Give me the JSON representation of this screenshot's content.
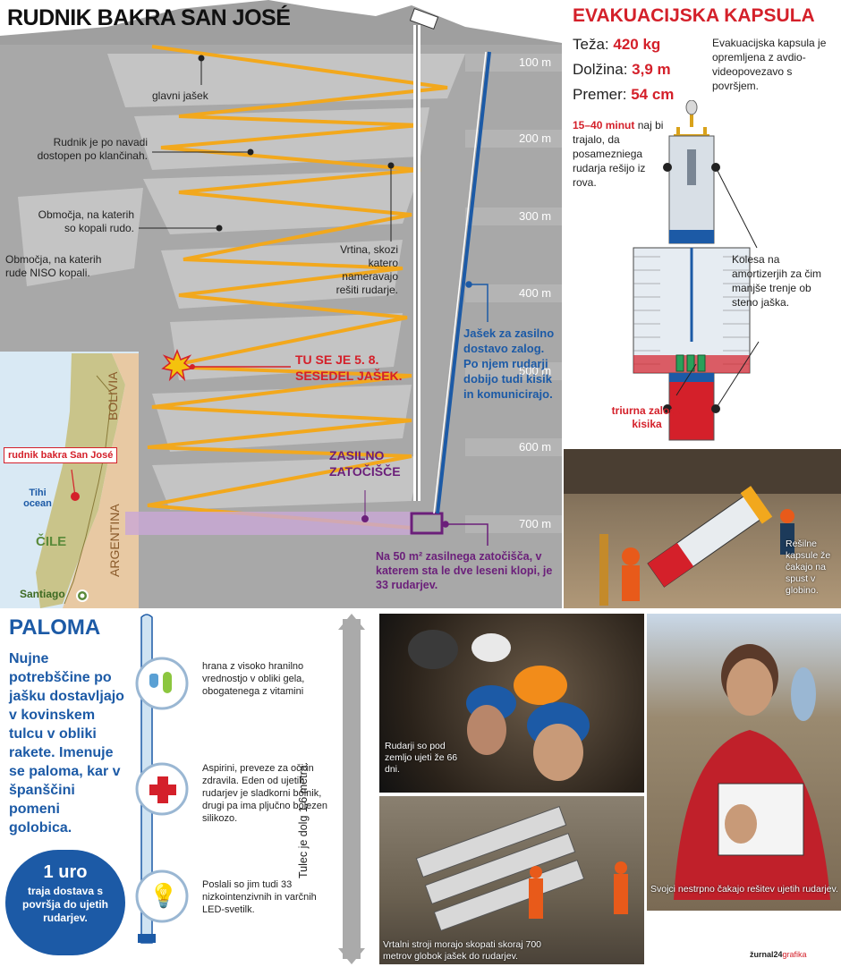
{
  "mine": {
    "title": "RUDNIK BAKRA SAN JOSÉ",
    "depths": [
      "100 m",
      "200 m",
      "300 m",
      "400 m",
      "500 m",
      "600 m",
      "700 m"
    ],
    "labels": {
      "main_shaft": "glavni jašek",
      "ramps": "Rudnik je po navadi dostopen po klančinah.",
      "mined": "Območja, na katerih so kopali rudo.",
      "not_mined": "Območja, na katerih rude NISO kopali.",
      "borehole": "Vrtina, skozi katero nameravajo rešiti rudarje.",
      "collapse": "TU SE JE 5. 8. SESEDEL JAŠEK.",
      "supply_shaft": "Jašek za zasilno dostavo zalog. Po njem rudarji dobijo tudi kisik in komunicirajo.",
      "shelter": "ZASILNO ZATOČIŠČE",
      "shelter_note": "Na 50 m² zasilnega zatočišča, v katerem sta le dve leseni klopi, je 33 rudarjev."
    },
    "map": {
      "mine_label": "rudnik bakra San José",
      "ocean": "Tihi ocean",
      "country": "ČILE",
      "capital": "Santiago",
      "bolivia": "BOLIVIA",
      "argentina": "ARGENTINA"
    }
  },
  "capsule": {
    "title": "EVAKUACIJSKA KAPSULA",
    "specs": [
      {
        "label": "Teža:",
        "value": "420 kg"
      },
      {
        "label": "Dolžina:",
        "value": "3,9 m"
      },
      {
        "label": "Premer:",
        "value": "54 cm"
      }
    ],
    "av_note": "Evakuacijska kapsula je opremljena z avdio-videopovezavo s površjem.",
    "time_value": "15–40 minut",
    "time_note": "naj bi trajalo, da posamezniega rudarja rešijo iz rova.",
    "wheels_note": "Kolesa na amortizerjih za čim manjše trenje ob steno jaška.",
    "oxygen_note": "triurna zaloga kisika",
    "photo_caption": "Rešilne kapsule že čakajo na spust v globino."
  },
  "paloma": {
    "title": "PALOMA",
    "text": "Nujne potrebščine po jašku dostavljajo v kovinskem tulcu v obliki rakete. Imenuje se paloma, kar v španščini pomeni golobica.",
    "items": [
      {
        "icon": "capsules-icon",
        "text": "hrana z visoko hranilno vrednostjo v obliki gela, obogatenega z vitamini"
      },
      {
        "icon": "red-cross-icon",
        "text": "Aspirini, preveze za oči in zdravila. Eden od ujetih rudarjev je sladkorni bolnik, drugi pa ima pljučno bolezen silikozo."
      },
      {
        "icon": "light-bulb-icon",
        "text": "Poslali so jim tudi 33 nizkointenzivnih in varčnih LED-svetilk."
      }
    ],
    "tube_length": "Tulec je dolg 1,6 metra.",
    "delivery_big": "1 uro",
    "delivery_small": "traja dostava s površja do ujetih rudarjev."
  },
  "photos": {
    "miners": "Rudarji so pod zemljo ujeti že 66 dni.",
    "drills": "Vrtalni stroji morajo skopati skoraj 700 metrov globok jašek do rudarjev.",
    "woman": "Svojci nestrpno čakajo rešitev ujetih rudarjev."
  },
  "footer": {
    "brand": "žurnal24",
    "suffix": "grafika"
  },
  "colors": {
    "red": "#d4202a",
    "blue": "#1c5aa6",
    "purple": "#6b1f7a",
    "orange": "#f2a81d"
  }
}
